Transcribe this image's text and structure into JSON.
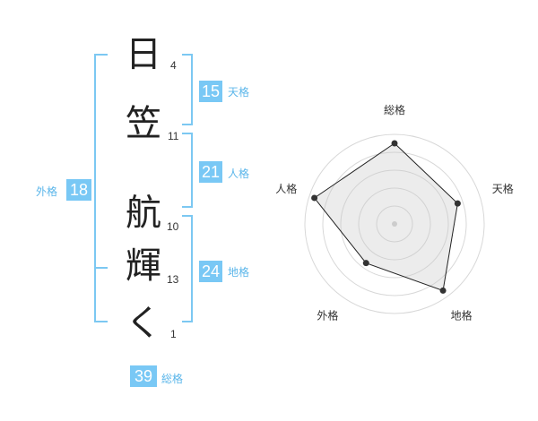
{
  "name_chars": [
    {
      "char": "日",
      "strokes": "4"
    },
    {
      "char": "笠",
      "strokes": "11"
    },
    {
      "char": "航",
      "strokes": "10"
    },
    {
      "char": "輝",
      "strokes": "13"
    },
    {
      "char": "く",
      "strokes": "1"
    }
  ],
  "fortunes": {
    "tenkaku": {
      "value": "15",
      "label": "天格"
    },
    "jinkaku": {
      "value": "21",
      "label": "人格"
    },
    "chikaku": {
      "value": "24",
      "label": "地格"
    },
    "gaikaku": {
      "value": "18",
      "label": "外格"
    },
    "soukaku": {
      "value": "39",
      "label": "総格"
    }
  },
  "chart_data": {
    "type": "radar",
    "axes": [
      "総格",
      "天格",
      "地格",
      "外格",
      "人格"
    ],
    "values": [
      4.5,
      3.7,
      4.6,
      2.7,
      4.7
    ],
    "max": 5,
    "rings": 5
  },
  "colors": {
    "accent": "#79c8f5",
    "bracket": "#7cc8f2",
    "label": "#5bb6ea"
  }
}
